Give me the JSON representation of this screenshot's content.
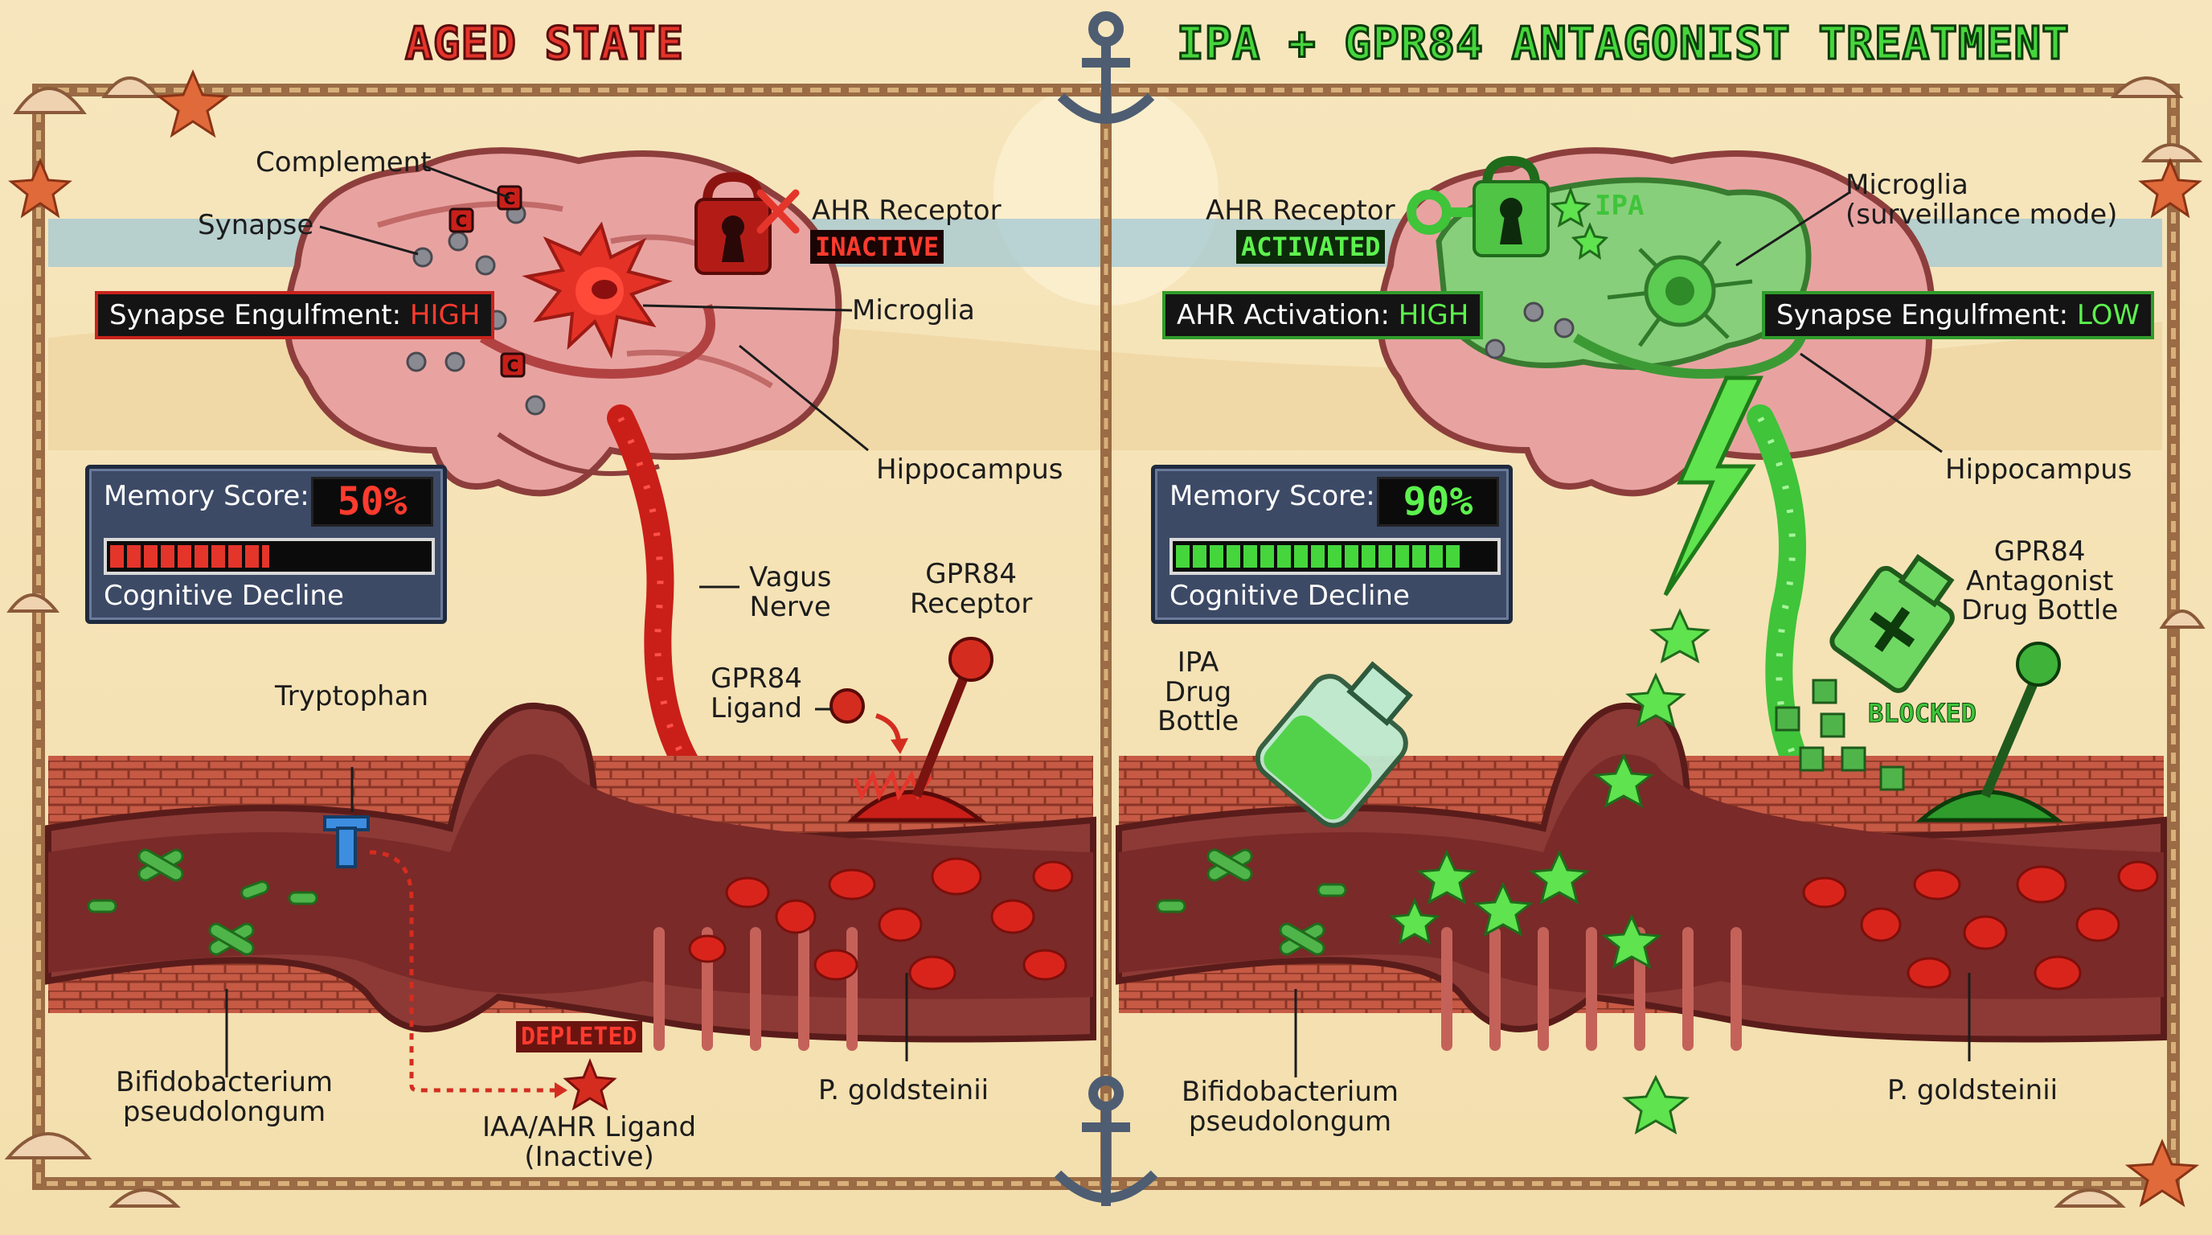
{
  "left": {
    "title": "AGED STATE",
    "labels": {
      "complement": "Complement",
      "synapse": "Synapse",
      "ahr_receptor": "AHR Receptor",
      "ahr_status": "INACTIVE",
      "microglia": "Microglia",
      "hippocampus": "Hippocampus",
      "vagus_nerve": "Vagus\nNerve",
      "gpr84_receptor": "GPR84\nReceptor",
      "gpr84_ligand": "GPR84\nLigand",
      "tryptophan": "Tryptophan",
      "bifido": "Bifidobacterium\npseudolongum",
      "depleted": "DEPLETED",
      "iaa": "IAA/AHR Ligand\n(Inactive)",
      "goldsteinii": "P. goldsteinii"
    },
    "engulf_label": "Synapse Engulfment: ",
    "engulf_value": "HIGH",
    "memory": {
      "label": "Memory Score:",
      "value": "50%",
      "fraction": 0.5,
      "caption": "Cognitive Decline"
    }
  },
  "right": {
    "title": "IPA + GPR84 ANTAGONIST TREATMENT",
    "labels": {
      "ahr_receptor": "AHR Receptor",
      "ahr_status": "ACTIVATED",
      "ipa": "IPA",
      "microglia": "Microglia\n(surveillance mode)",
      "hippocampus": "Hippocampus",
      "gpr84_bottle": "GPR84\nAntagonist\nDrug Bottle",
      "blocked": "BLOCKED",
      "ipa_bottle": "IPA\nDrug\nBottle",
      "bifido": "Bifidobacterium\npseudolongum",
      "goldsteinii": "P. goldsteinii"
    },
    "ahr_act_label": "AHR Activation: ",
    "ahr_act_value": "HIGH",
    "engulf_label": "Synapse Engulfment: ",
    "engulf_value": "LOW",
    "memory": {
      "label": "Memory Score:",
      "value": "90%",
      "fraction": 0.9,
      "caption": "Cognitive Decline"
    }
  },
  "colors": {
    "aged": "#e4352b",
    "treated": "#45d63c",
    "sand": "#f3dfae",
    "frame": "#9a6b44"
  },
  "icons": [
    "anchor-icon",
    "seashell-icon",
    "starfish-icon",
    "keyhole-lock-icon",
    "key-icon",
    "lever-icon",
    "drug-bottle-icon",
    "lightning-icon",
    "star-icon"
  ]
}
